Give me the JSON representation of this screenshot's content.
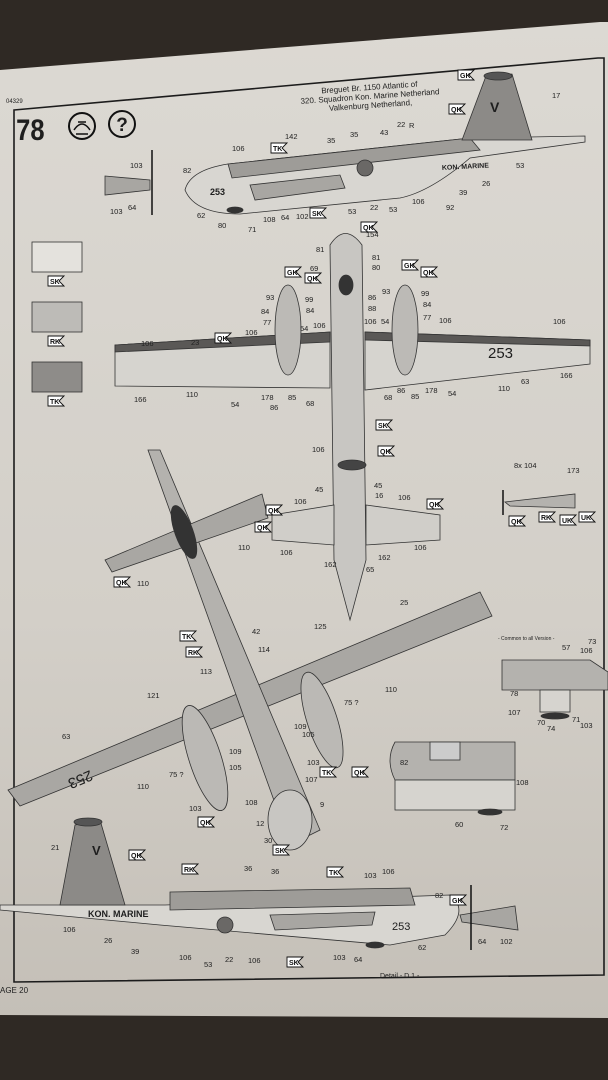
{
  "header": {
    "code": "04329",
    "step_number": "78",
    "help_symbol": "?",
    "title_lines": [
      "Breguet Br. 1150 Atlantic of",
      "320. Squadron Kon. Marine Netherland",
      "Valkenburg Netherland,"
    ]
  },
  "legend": [
    {
      "code": "SK",
      "color": "#e4e2dd"
    },
    {
      "code": "RK",
      "color": "#bdbbb7"
    },
    {
      "code": "TK",
      "color": "#8e8c89"
    }
  ],
  "markings": {
    "tail_letter": "V",
    "hull_text": "KON. MARINE",
    "serial": "253"
  },
  "callouts": {
    "top_side": [
      "142",
      "106",
      "35",
      "35",
      "43",
      "22",
      "R",
      "17",
      "82",
      "103",
      "103",
      "64",
      "62",
      "80",
      "71",
      "108",
      "64",
      "102",
      "53",
      "22",
      "53",
      "106",
      "92",
      "39",
      "26",
      "53"
    ],
    "plan": [
      "154",
      "81",
      "81",
      "80",
      "69",
      "93",
      "99",
      "84",
      "84",
      "77",
      "54",
      "106",
      "106",
      "23",
      "106",
      "166",
      "110",
      "54",
      "178",
      "86",
      "85",
      "68",
      "93",
      "99",
      "86",
      "84",
      "88",
      "77",
      "106",
      "106",
      "54",
      "106",
      "68",
      "86",
      "85",
      "178",
      "54",
      "110",
      "63",
      "166"
    ],
    "underside": [
      "106",
      "45",
      "45",
      "16",
      "106",
      "106",
      "106",
      "162",
      "65",
      "162",
      "106",
      "110",
      "110",
      "25",
      "125",
      "42",
      "114",
      "113",
      "121",
      "63",
      "110",
      "75 ?",
      "109",
      "105",
      "109",
      "105",
      "75 ?",
      "110",
      "103",
      "107",
      "103",
      "108",
      "9",
      "12",
      "30"
    ],
    "bottom_side": [
      "21",
      "36",
      "36",
      "103",
      "106",
      "82",
      "106",
      "26",
      "39",
      "106",
      "53",
      "22",
      "106",
      "103",
      "64",
      "62",
      "64",
      "102"
    ],
    "detail_right": [
      "8x 104",
      "173"
    ],
    "inset": [
      "57",
      "106",
      "73",
      "78",
      "107",
      "70",
      "74",
      "71",
      "103",
      "82",
      "108",
      "60",
      "72"
    ]
  },
  "badges": [
    "GK",
    "QK",
    "TK",
    "SK",
    "QK",
    "GK",
    "QK",
    "GK",
    "QK",
    "QK",
    "SK",
    "QK",
    "QK",
    "QK",
    "QK",
    "QK",
    "TK",
    "RK",
    "TK",
    "QK",
    "QK",
    "SK",
    "QK",
    "RK",
    "TK",
    "SK",
    "GK",
    "QK",
    "RK",
    "UK",
    "UK"
  ],
  "inset_title": "- Common to all Version -",
  "detail_label": "Detail - D 1 -",
  "footer": {
    "page": "AGE 20"
  }
}
